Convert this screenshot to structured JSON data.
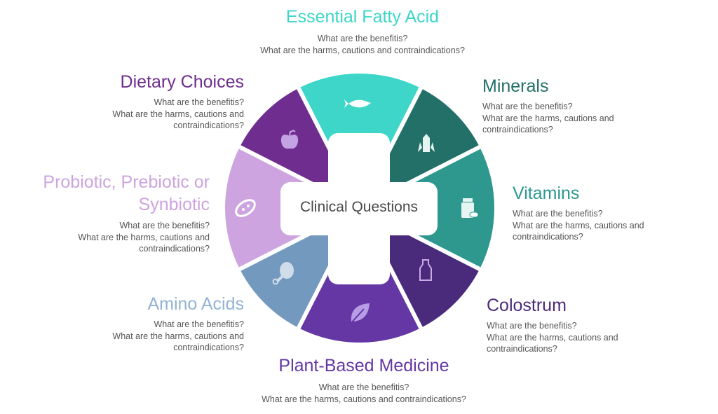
{
  "center_label": "Clinical Questions",
  "colors": {
    "essential": "#3dd6c8",
    "minerals": "#227068",
    "vitamins": "#2e978e",
    "colostrum": "#4a2a7a",
    "plant": "#6437a5",
    "amino": "#7399bf",
    "probiotic": "#cda4e0",
    "dietary": "#6f2d8f",
    "amino_label": "#92b3d6",
    "question_text": "#555555"
  },
  "topics": [
    {
      "key": "essential",
      "title": [
        "Essential Fatty Acid"
      ],
      "questions": [
        "What are the benefitis?",
        "What are the harms, cautions and contraindications?"
      ],
      "icon": "fish-icon"
    },
    {
      "key": "minerals",
      "title": [
        "Minerals"
      ],
      "questions": [
        "What are the benefitis?",
        "What are the harms, cautions and",
        "contraindications?"
      ],
      "icon": "crystal-icon"
    },
    {
      "key": "vitamins",
      "title": [
        "Vitamins"
      ],
      "questions": [
        "What are the benefitis?",
        "What are the harms, cautions and",
        "contraindications?"
      ],
      "icon": "pill-bottle-icon"
    },
    {
      "key": "colostrum",
      "title": [
        "Colostrum"
      ],
      "questions": [
        "What are the benefitis?",
        "What are the harms, cautions and",
        "contraindications?"
      ],
      "icon": "milk-bottle-icon"
    },
    {
      "key": "plant",
      "title": [
        "Plant-Based Medicine"
      ],
      "questions": [
        "What are the benefitis?",
        "What are the harms, cautions and contraindications?"
      ],
      "icon": "leaf-icon"
    },
    {
      "key": "amino",
      "title": [
        "Amino Acids"
      ],
      "questions": [
        "What are the benefitis?",
        "What are the harms, cautions and",
        "contraindications?"
      ],
      "icon": "drumstick-icon"
    },
    {
      "key": "probiotic",
      "title": [
        "Probiotic, Prebiotic or",
        "Synbiotic"
      ],
      "questions": [
        "What are the benefitis?",
        "What are the harms, cautions and",
        "contraindications?"
      ],
      "icon": "bacteria-icon"
    },
    {
      "key": "dietary",
      "title": [
        "Dietary Choices"
      ],
      "questions": [
        "What are the benefitis?",
        "What are the harms, cautions and",
        "contraindications?"
      ],
      "icon": "apple-icon"
    }
  ]
}
